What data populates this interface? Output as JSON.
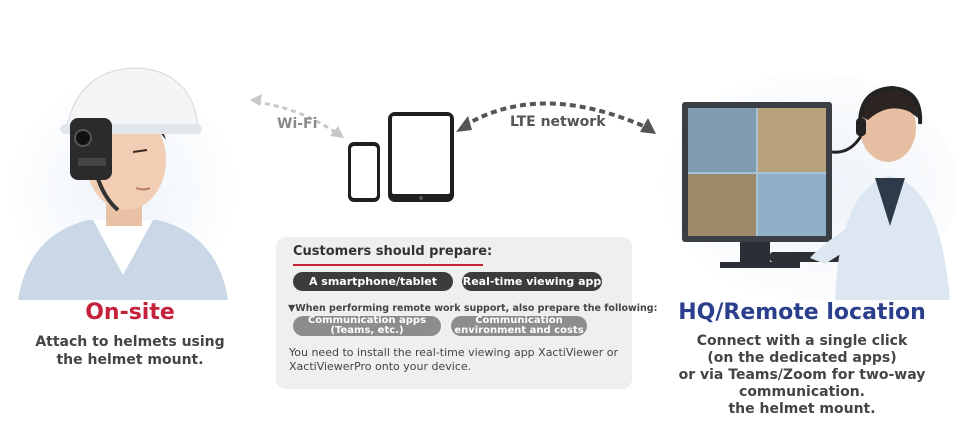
{
  "network": {
    "wifi_label": "Wi-Fi",
    "lte_label": "LTE network"
  },
  "onsite": {
    "title": "On-site",
    "description": "Attach to helmets using the helmet mount."
  },
  "hq": {
    "title": "HQ/Remote location",
    "lines": [
      "Connect with a single click",
      "(on the dedicated apps)",
      "or via Teams/Zoom for two-way",
      "communication.",
      "the helmet mount."
    ]
  },
  "prepare": {
    "heading": "Customers should prepare:",
    "items": [
      "A smartphone/tablet",
      "Real-time viewing app"
    ],
    "note": "▼When performing remote work support, also prepare the following:",
    "optional_items": [
      "Communication apps\n(Teams, etc.)",
      "Communication\nenvironment and costs"
    ],
    "install_text": "You need to install the real-time viewing app XactiViewer or XactiViewerPro onto your device."
  },
  "colors": {
    "onsite_accent": "#c4213a",
    "hq_accent": "#2b3f8c",
    "panel_bg": "#efefef",
    "pill_dark": "#3c3c3c",
    "pill_grey": "#8d8d8d"
  }
}
